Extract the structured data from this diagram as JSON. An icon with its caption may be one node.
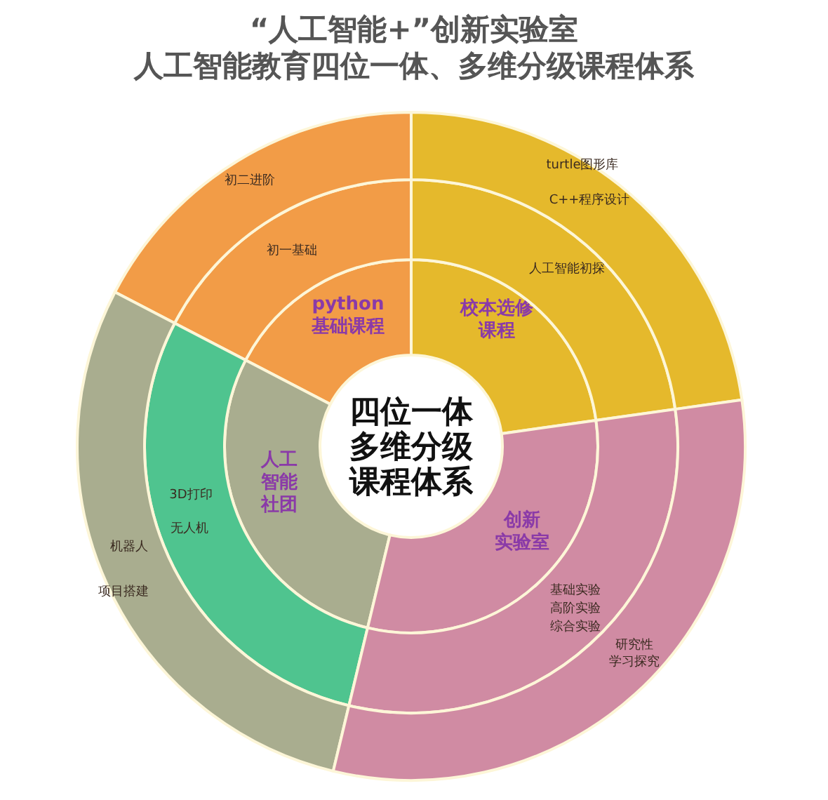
{
  "diagram": {
    "title": "“人工智能+”创新实验室人工智能教育四位一体、多维分级课程体系",
    "nodes": [
      {
        "text": [
          "四位一体多维分级课程体系"
        ]
      },
      {
        "text": [
          "python 基础课程"
        ]
      },
      {
        "text": [
          "初一基础"
        ]
      },
      {
        "text": [
          "初二进阶"
        ]
      },
      {
        "text": [
          "校本选修课程"
        ]
      },
      {
        "text": [
          "人工智能初探"
        ]
      },
      {
        "text": [
          "turtle图形库",
          "C++程序设计"
        ]
      },
      {
        "text": [
          "人工智能社团"
        ]
      },
      {
        "text": [
          "3D打印",
          "无人机"
        ]
      },
      {
        "text": [
          "机器人",
          "项目搭建"
        ]
      },
      {
        "text": [
          "创新实验室"
        ]
      },
      {
        "text": [
          "基础实验",
          "高阶实验",
          "综合实验"
        ]
      },
      {
        "text": [
          "研究性学习探究"
        ]
      }
    ]
  }
}
